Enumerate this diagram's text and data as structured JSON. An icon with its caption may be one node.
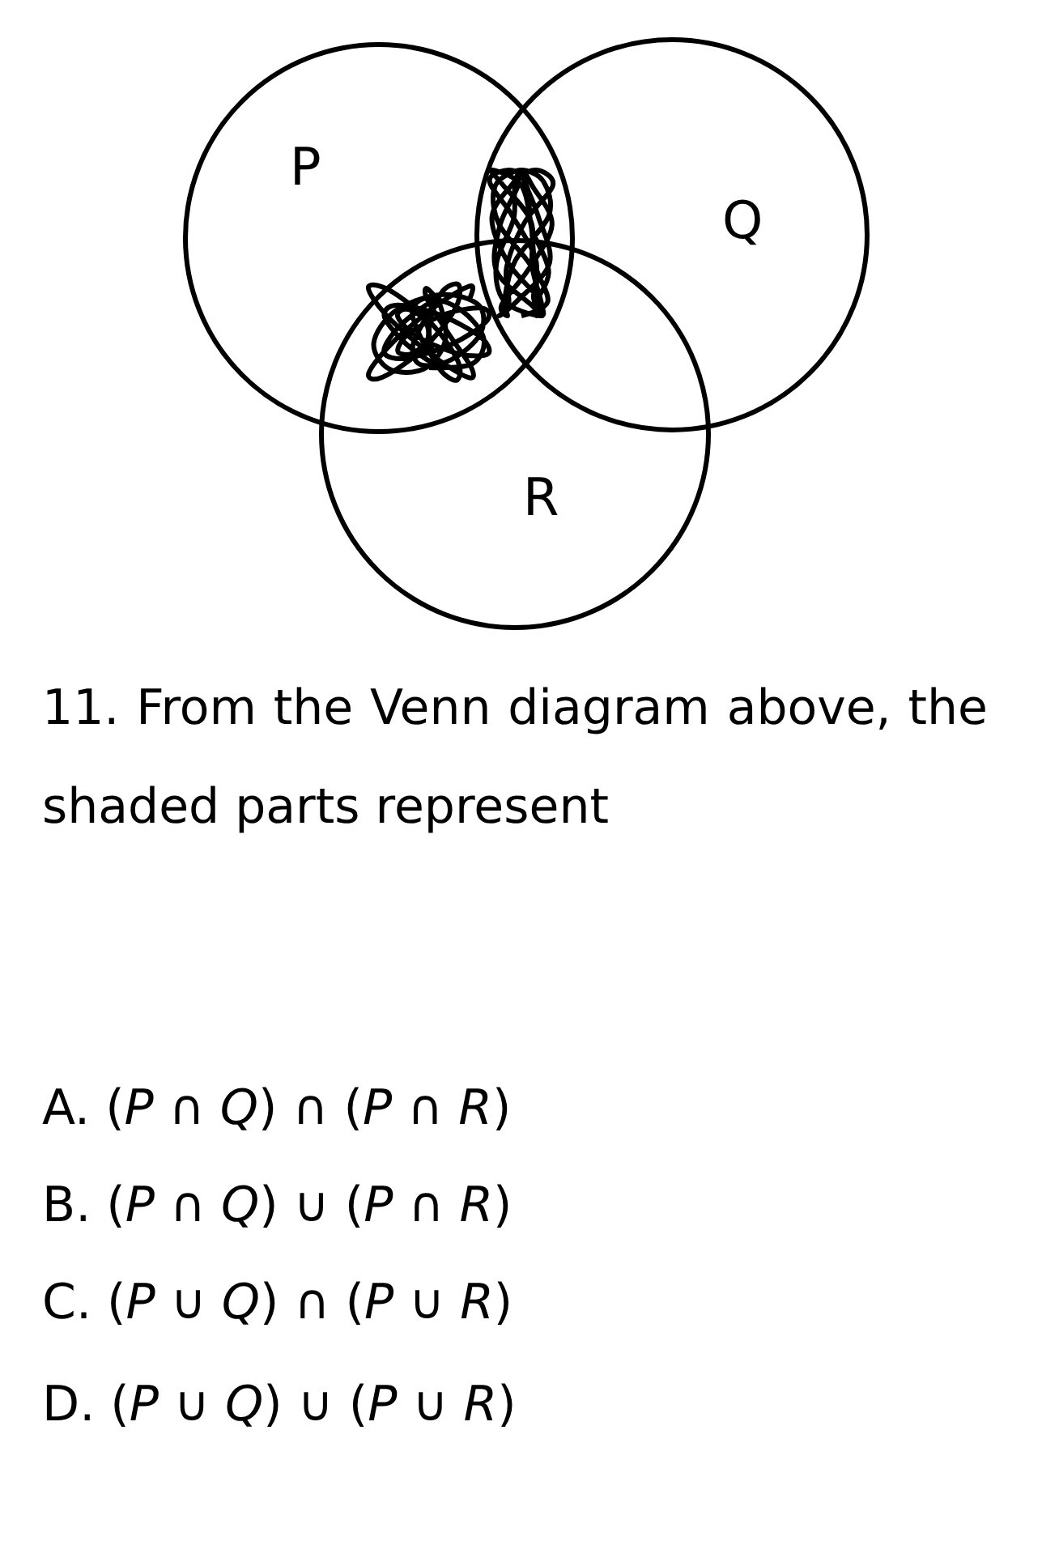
{
  "diagram": {
    "nodes": [
      {
        "text": [
          "P"
        ]
      },
      {
        "text": [
          "Q"
        ]
      },
      {
        "text": [
          "R"
        ]
      }
    ],
    "edges": [],
    "labels": [
      "11. From the Venn diagram above, the shaded parts represent",
      "A. (*P* ∩ *Q*) ∩ (*P* ∩ *R*)",
      "B. (*P* ∩ *Q*) ∪ (*P* ∩ *R*)",
      "C. (*P* ∪ *Q*) ∩ (*P* ∪ *R*)",
      "D. (*P* ∪ *Q*) ∪ (*P* ∪ *R*)"
    ]
  }
}
